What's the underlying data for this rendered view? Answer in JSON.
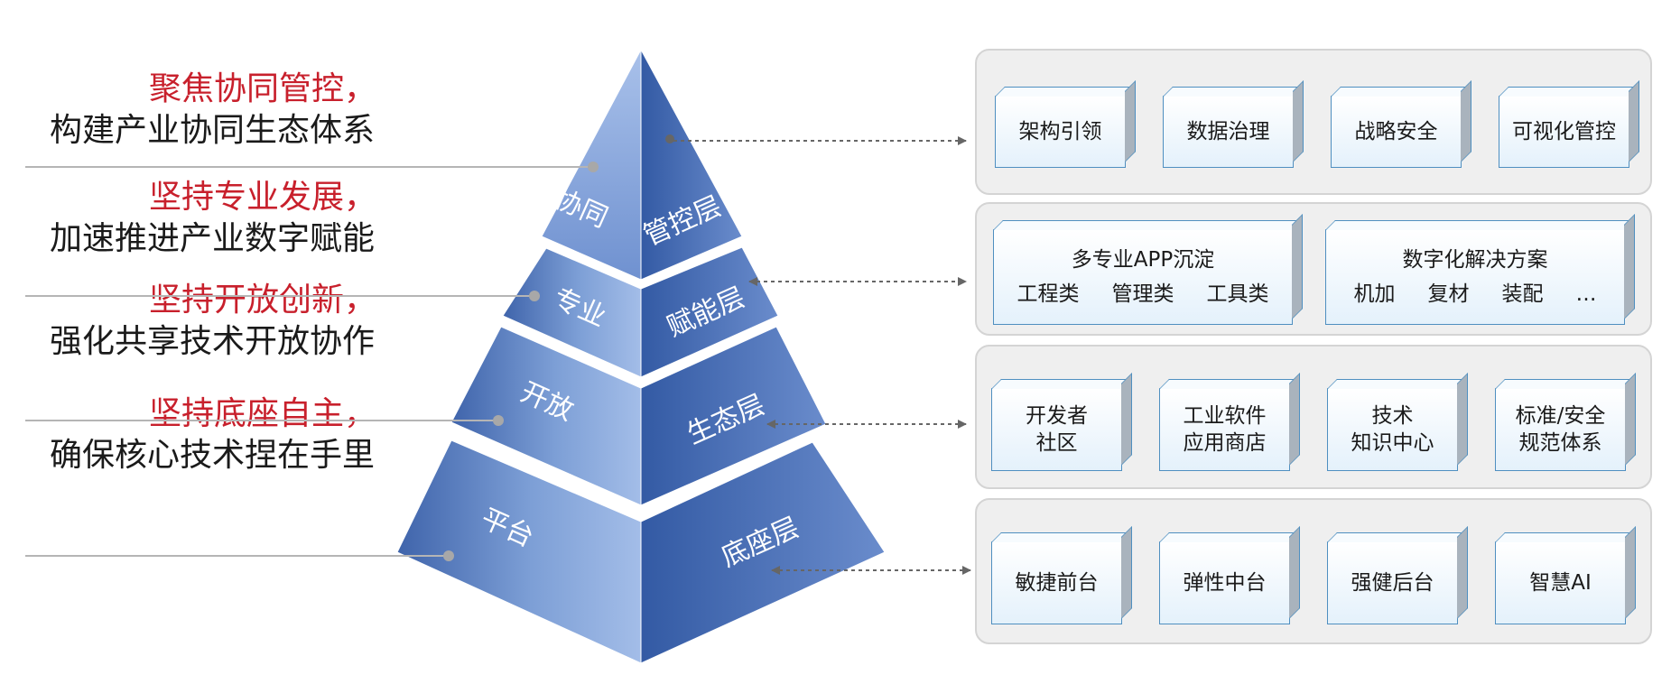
{
  "slogans": [
    {
      "highlight": "聚焦协同管控，",
      "text": "构建产业协同生态体系"
    },
    {
      "highlight": "坚持专业发展，",
      "text": "加速推进产业数字赋能"
    },
    {
      "highlight": "坚持开放创新，",
      "text": "强化共享技术开放协作"
    },
    {
      "highlight": "坚持底座自主，",
      "text": "确保核心技术捏在手里"
    }
  ],
  "pyramid": {
    "levels": [
      {
        "left": "协同",
        "right": "管控层"
      },
      {
        "left": "专业",
        "right": "赋能层"
      },
      {
        "left": "开放",
        "right": "生态层"
      },
      {
        "left": "平台",
        "right": "底座层"
      }
    ]
  },
  "panels": {
    "governance": [
      "架构引领",
      "数据治理",
      "战略安全",
      "可视化管控"
    ],
    "enablement": {
      "app": {
        "title": "多专业APP沉淀",
        "items": [
          "工程类",
          "管理类",
          "工具类"
        ]
      },
      "digital": {
        "title": "数字化解决方案",
        "items": [
          "机加",
          "复材",
          "装配",
          "…"
        ]
      }
    },
    "ecosystem": [
      {
        "line1": "开发者",
        "line2": "社区"
      },
      {
        "line1": "工业软件",
        "line2": "应用商店"
      },
      {
        "line1": "技术",
        "line2": "知识中心"
      },
      {
        "line1": "标准/安全",
        "line2": "规范体系"
      }
    ],
    "foundation": [
      "敏捷前台",
      "弹性中台",
      "强健后台",
      "智慧AI"
    ]
  },
  "colors": {
    "highlight": "#c8202c",
    "text": "#1a1a1a",
    "pyramid_light": "#8eadde",
    "pyramid_dark": "#3a5ea6",
    "box_border": "#4f8fc0",
    "panel_bg": "#efefef",
    "connector": "#666666"
  }
}
